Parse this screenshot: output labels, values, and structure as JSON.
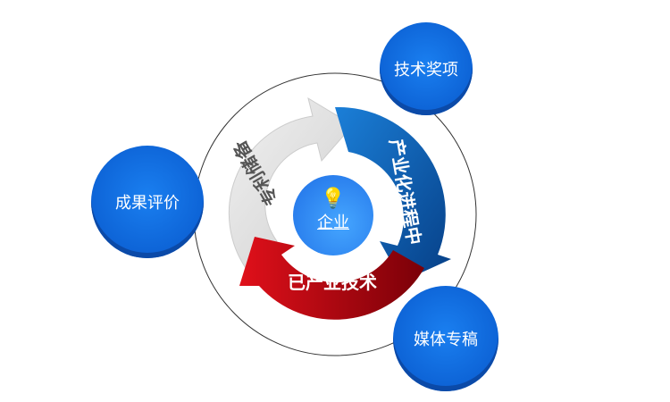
{
  "center": {
    "label": "企业",
    "icon": "lightbulb-icon"
  },
  "cycle": [
    {
      "label": "专利储备",
      "color": "#dcdcdc"
    },
    {
      "label": "产业化进程中",
      "color": "#0b5fb0"
    },
    {
      "label": "已产业技术",
      "color": "#c8101a"
    }
  ],
  "bubbles": [
    {
      "label": "技术奖项"
    },
    {
      "label": "成果评价"
    },
    {
      "label": "媒体专稿"
    }
  ]
}
